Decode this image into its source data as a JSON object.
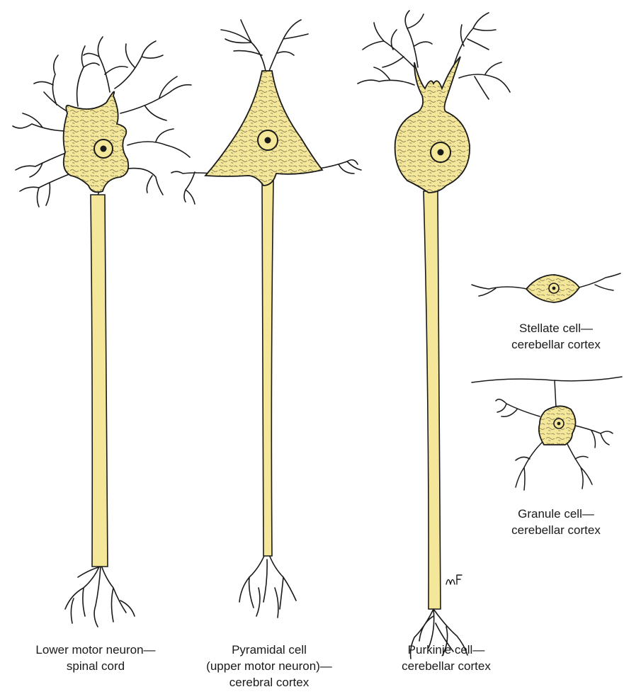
{
  "colors": {
    "cell_fill": "#f5e79a",
    "ink": "#1a1a1a",
    "texture": "#3a3420",
    "background": "#ffffff"
  },
  "signature": "MF",
  "cells": [
    {
      "id": "lower-motor-neuron",
      "caption": [
        "Lower motor neuron—",
        "spinal cord"
      ]
    },
    {
      "id": "pyramidal-cell",
      "caption": [
        "Pyramidal cell",
        "(upper motor neuron)—",
        "cerebral cortex"
      ]
    },
    {
      "id": "purkinje-cell",
      "caption": [
        "Purkinje cell—",
        "cerebellar cortex"
      ]
    },
    {
      "id": "stellate-cell",
      "caption": [
        "Stellate cell—",
        "cerebellar cortex"
      ]
    },
    {
      "id": "granule-cell",
      "caption": [
        "Granule cell—",
        "cerebellar cortex"
      ]
    }
  ]
}
